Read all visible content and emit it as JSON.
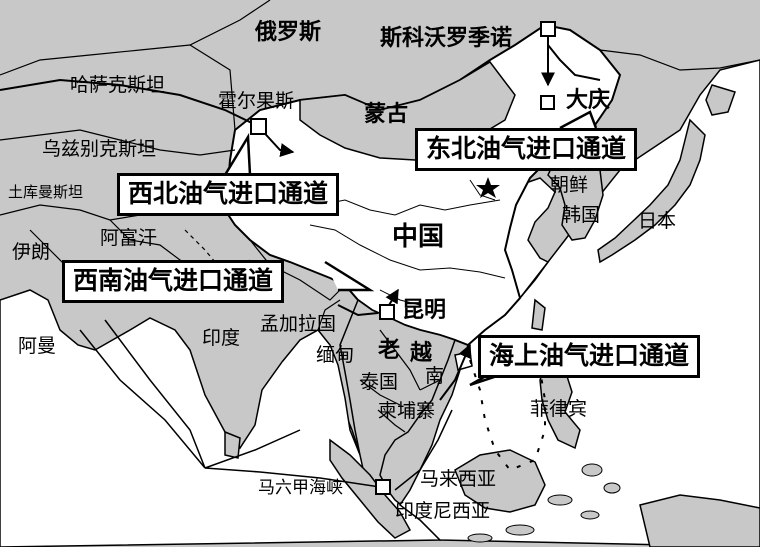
{
  "colors": {
    "land": "#c8c8c8",
    "china": "#ffffff",
    "sea": "#ffffff",
    "line": "#000000"
  },
  "countries": {
    "russia": "俄罗斯",
    "kazakhstan": "哈萨克斯坦",
    "uzbekistan": "乌兹别克斯坦",
    "turkmenistan": "土库曼斯坦",
    "iran": "伊朗",
    "afghanistan": "阿富汗",
    "oman": "阿曼",
    "india": "印度",
    "bangladesh": "孟加拉国",
    "myanmar": "缅甸",
    "laos": "老",
    "vietnam": "越",
    "vietnam_nan": "南",
    "thailand": "泰国",
    "cambodia": "柬埔寨",
    "malaysia": "马来西亚",
    "indonesia": "印度尼西亚",
    "philippines": "菲律宾",
    "mongolia": "蒙古",
    "china": "中国",
    "korea_north": "朝鲜",
    "korea_south": "韩国",
    "japan": "日本"
  },
  "places": {
    "skovorodino": "斯科沃罗季诺",
    "daqing": "大庆",
    "khorgos": "霍尔果斯",
    "kunming": "昆明",
    "malacca": "马六甲海峡"
  },
  "callouts": {
    "northeast": "东北油气进口通道",
    "northwest": "西北油气进口通道",
    "southwest": "西南油气进口通道",
    "maritime": "海上油气进口通道"
  },
  "icons": {
    "station": "hollow-square-icon",
    "capital": "star-icon"
  }
}
